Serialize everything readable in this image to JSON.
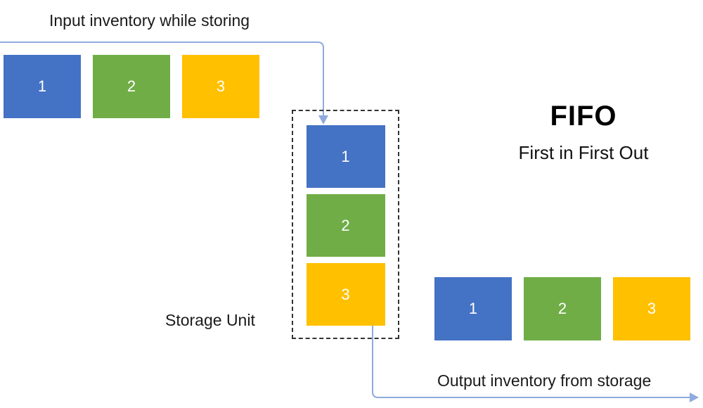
{
  "title": {
    "main": "FIFO",
    "subtitle": "First in First Out"
  },
  "labels": {
    "input_flow": "Input inventory while storing",
    "storage_unit": "Storage Unit",
    "output_flow": "Output inventory from storage"
  },
  "colors": {
    "box_blue": "#4472C4",
    "box_green": "#70AD47",
    "box_orange": "#FFC000",
    "arrow_line": "#8FAADC",
    "dashed_border": "#333333",
    "text": "#1A1A1A"
  },
  "input_boxes": [
    {
      "label": "1",
      "color": "#4472C4"
    },
    {
      "label": "2",
      "color": "#70AD47"
    },
    {
      "label": "3",
      "color": "#FFC000"
    }
  ],
  "storage_boxes": [
    {
      "label": "1",
      "color": "#4472C4"
    },
    {
      "label": "2",
      "color": "#70AD47"
    },
    {
      "label": "3",
      "color": "#FFC000"
    }
  ],
  "output_boxes": [
    {
      "label": "1",
      "color": "#4472C4"
    },
    {
      "label": "2",
      "color": "#70AD47"
    },
    {
      "label": "3",
      "color": "#FFC000"
    }
  ]
}
